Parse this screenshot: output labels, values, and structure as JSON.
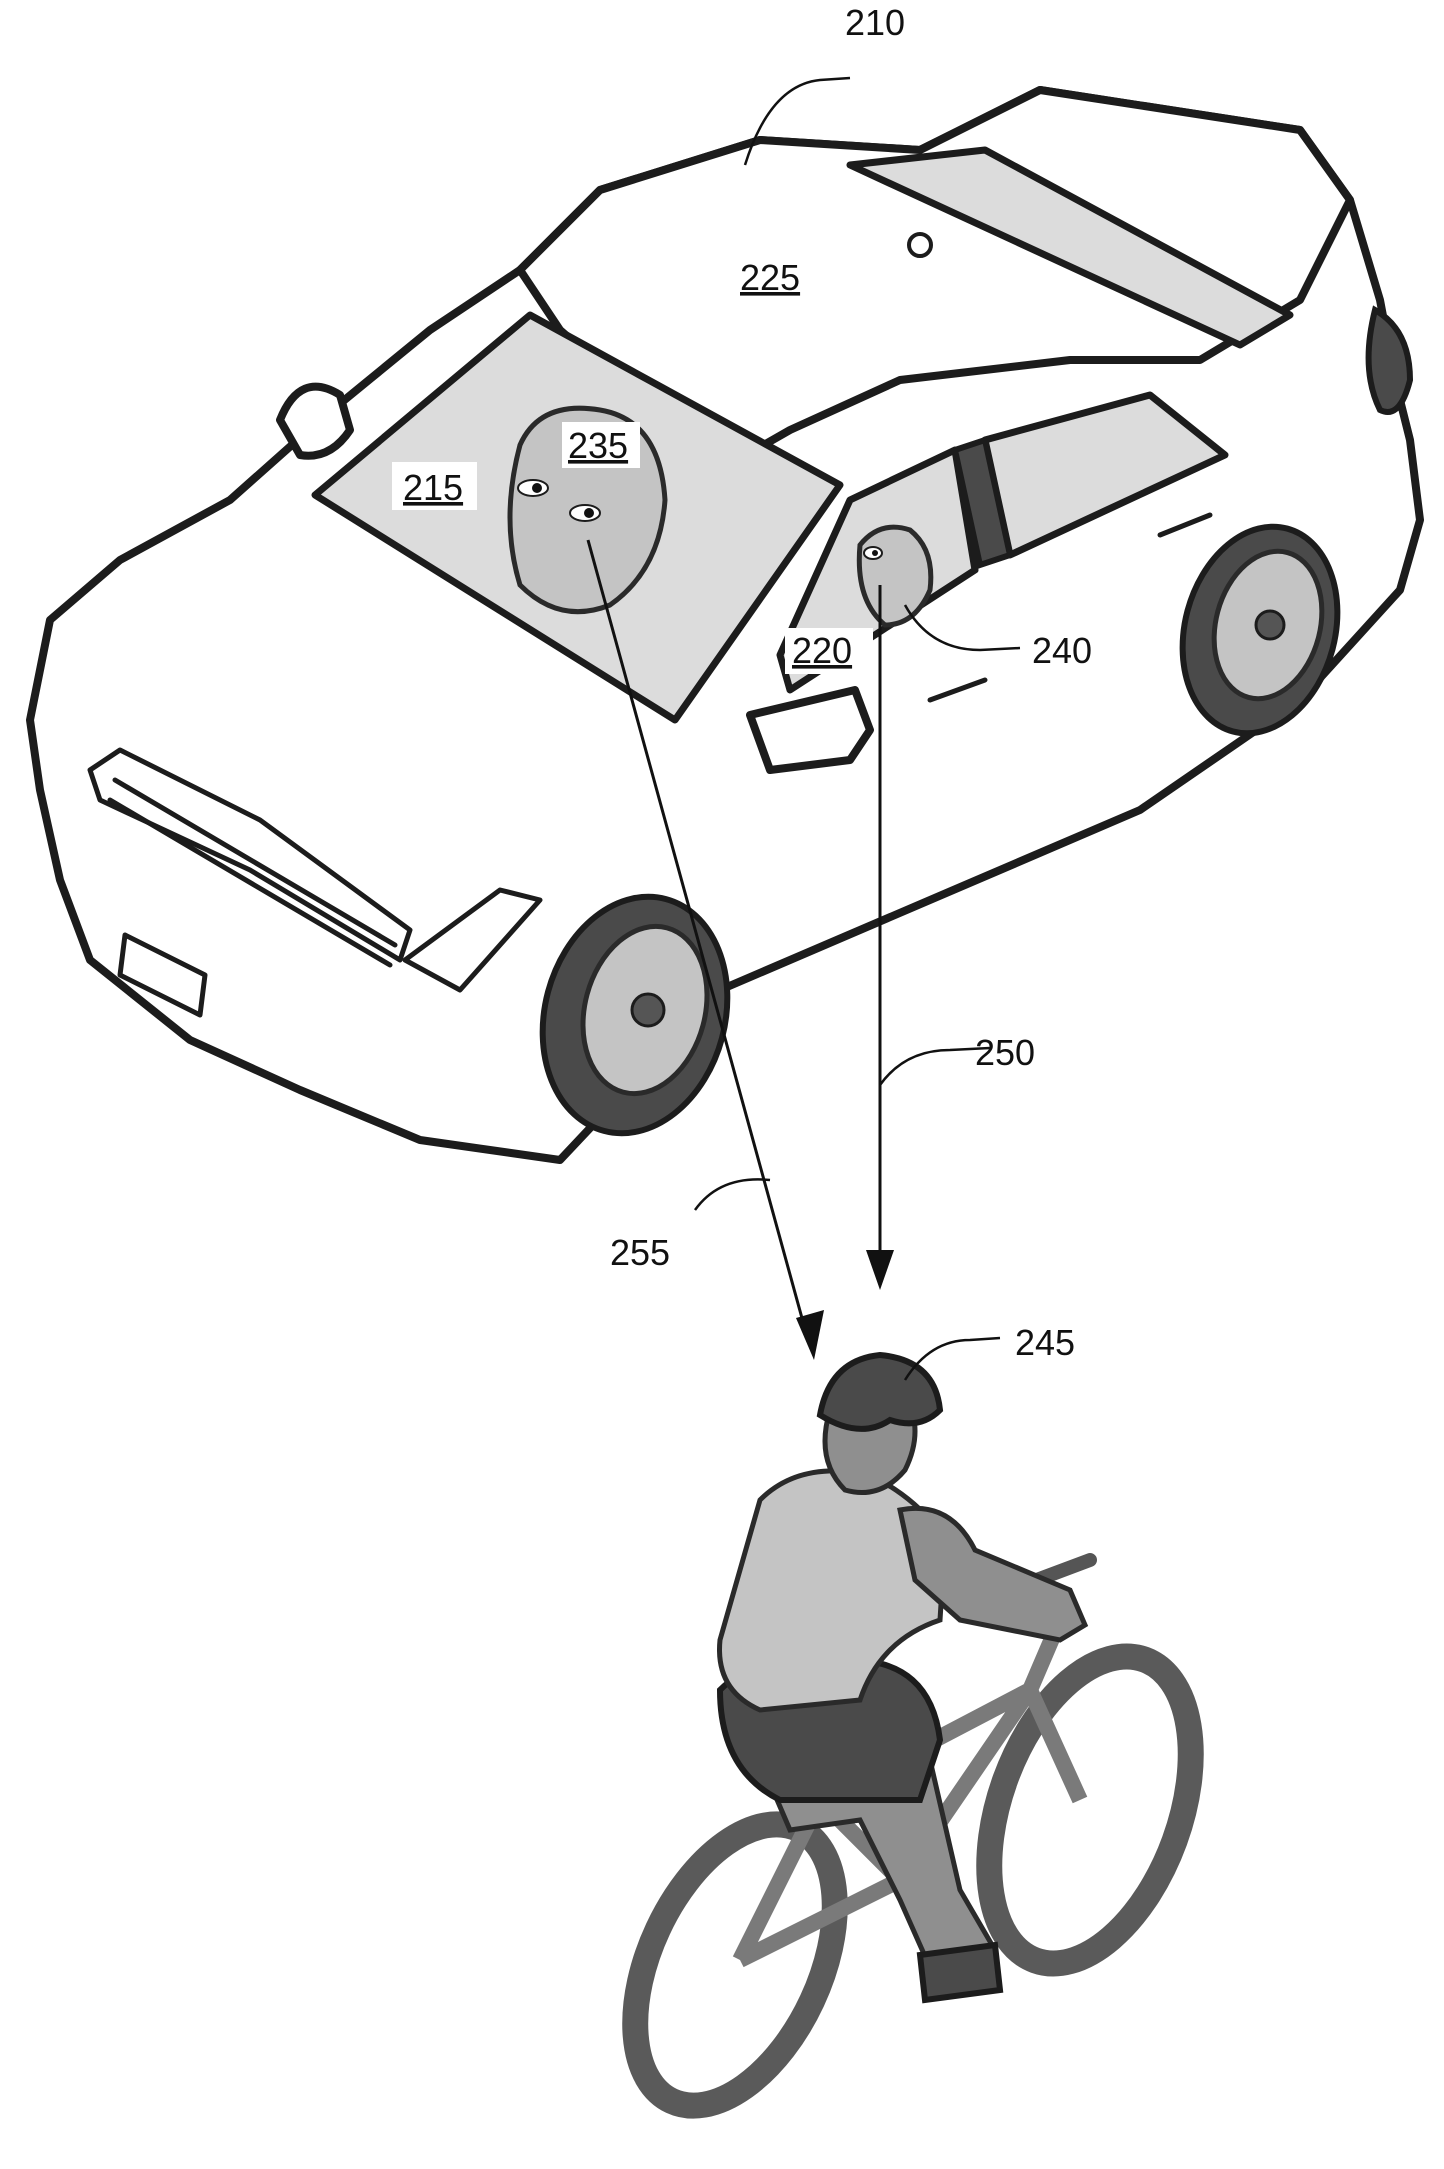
{
  "labels": {
    "vehicle": "210",
    "windshield": "215",
    "side_window": "220",
    "roof": "225",
    "front_face": "235",
    "side_face": "240",
    "cyclist": "245",
    "side_gaze": "250",
    "front_gaze": "255"
  },
  "colors": {
    "line": "#1c1c1c",
    "glass": "#dcdcdc",
    "shade": "#8f8f8f"
  }
}
